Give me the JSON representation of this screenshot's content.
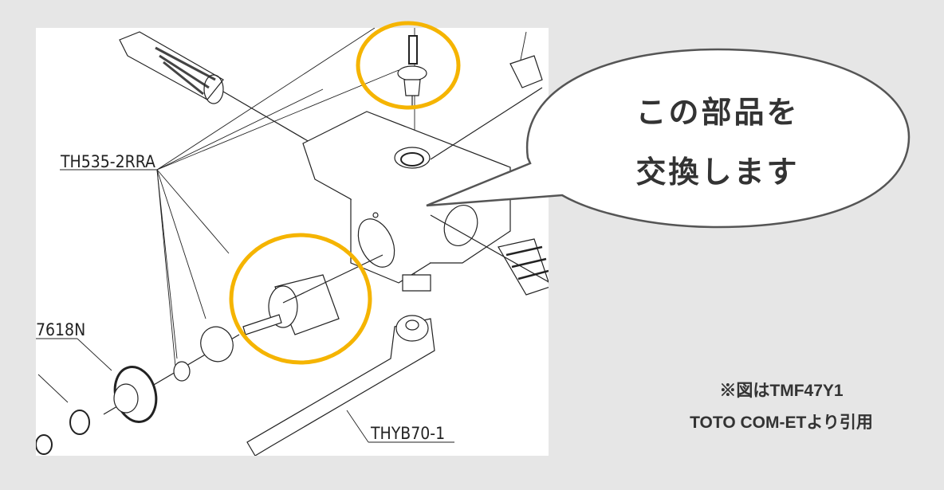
{
  "callout": {
    "line1": "この部品を",
    "line2": "交換します"
  },
  "labels": {
    "part_a": "TH535-2RRA",
    "part_b": "7618N",
    "part_c": "THYB70-1"
  },
  "note": {
    "line1": "※図はTMF47Y1",
    "line2": "TOTO COM-ETより引用"
  },
  "colors": {
    "highlight": "#f5b400",
    "background": "#e6e6e6",
    "bubble_border": "#555555",
    "text": "#333333"
  }
}
